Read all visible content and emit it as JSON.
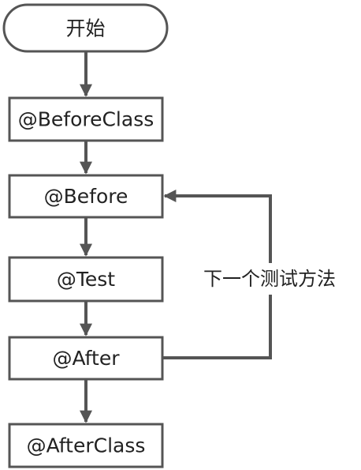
{
  "diagram": {
    "start": "开始",
    "before_class": "@BeforeClass",
    "before": "@Before",
    "test": "@Test",
    "after": "@After",
    "after_class": "@AfterClass",
    "loop_label": "下一个测试方法"
  },
  "colors": {
    "stroke": "#555555",
    "text": "#222222",
    "background": "#ffffff"
  }
}
